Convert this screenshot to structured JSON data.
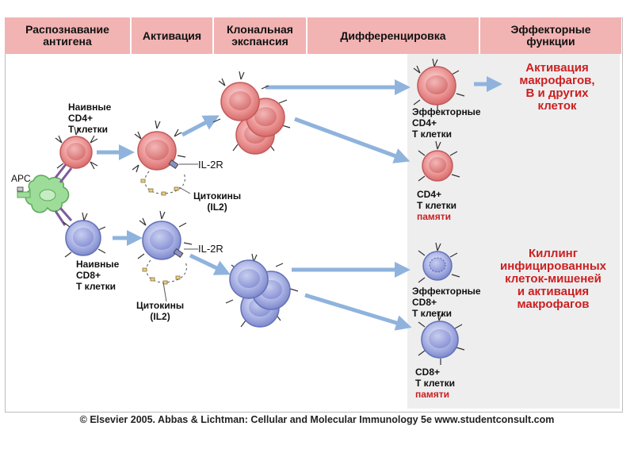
{
  "headers": [
    {
      "id": "recognition",
      "text": "Распознавание\nантигена"
    },
    {
      "id": "activation",
      "text": "Активация"
    },
    {
      "id": "expansion",
      "text": "Клональная\nэкспансия"
    },
    {
      "id": "differentiation",
      "text": "Дифференцировка"
    },
    {
      "id": "effector",
      "text": "Эффекторные\nфункции"
    }
  ],
  "labels": {
    "apc": "APC",
    "naive_cd4": "Наивные\nCD4+\nТ клетки",
    "naive_cd8": "Наивные\nCD8+\nТ клетки",
    "il2r_top": "IL-2R",
    "il2r_bottom": "IL-2R",
    "cytokines_top": "Цитокины\n(IL2)",
    "cytokines_bottom": "Цитокины\n(IL2)",
    "effector_cd4": "Эффекторные\nCD4+\nТ клетки",
    "memory_cd4": "CD4+\nТ клетки",
    "memory_cd4_word": "памяти",
    "effector_cd8": "Эффекторные\nCD8+\nТ клетки",
    "memory_cd8": "CD8+\nТ клетки",
    "memory_cd8_word": "памяти"
  },
  "effects": {
    "cd4": "Активация\nмакрофагов,\nВ и других\nклеток",
    "cd8": "Киллинг\nинфицированных\nклеток-мишеней\nи активация\nмакрофагов"
  },
  "copyright": "© Elsevier 2005. Abbas & Lichtman: Cellular and Molecular Immunology 5e www.studentconsult.com",
  "colors": {
    "header_bg": "#f2b3b3",
    "cd4_cell": "#e98f8f",
    "cd8_cell": "#9aa6dd",
    "apc": "#9edc9a",
    "arrow": "#8fb3dd",
    "effect_text": "#cc1f1f"
  }
}
